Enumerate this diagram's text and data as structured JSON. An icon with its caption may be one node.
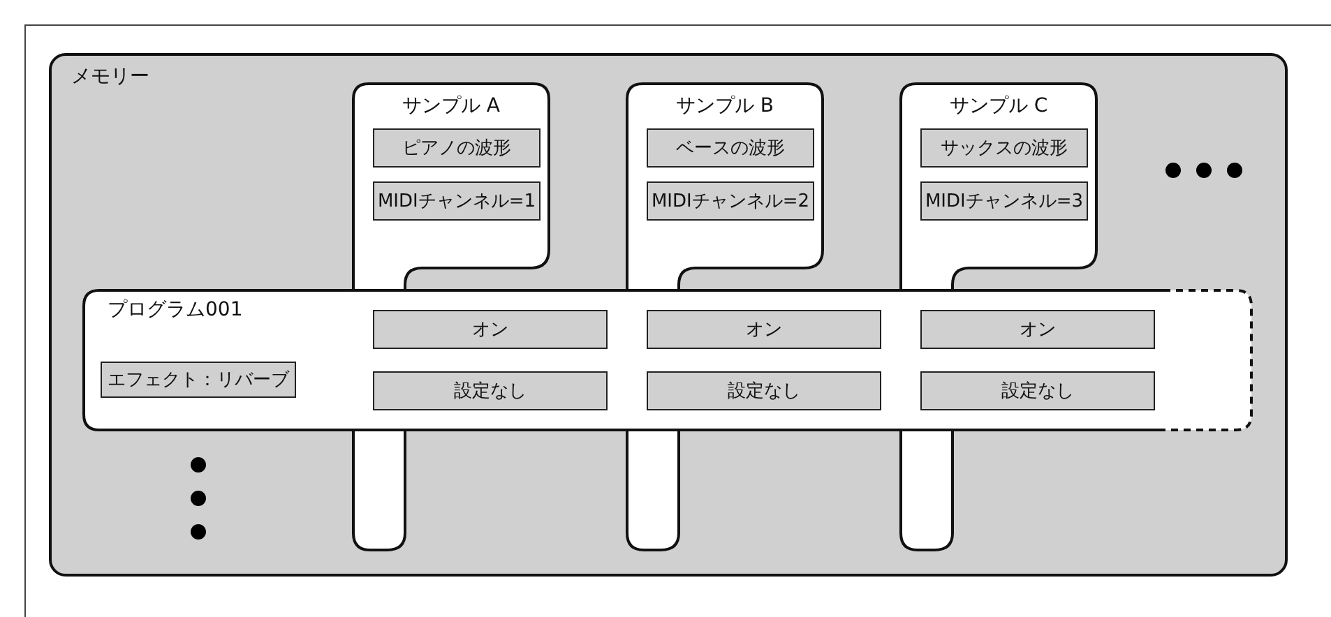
{
  "diagram": {
    "nodes": [
      {
        "text": [
          "メモリー"
        ]
      },
      {
        "text": [
          "サンプル A"
        ],
        "in": 0
      },
      {
        "text": [
          "ピアノの波形"
        ],
        "in": 1
      },
      {
        "text": [
          "MIDIチャンネル=1"
        ],
        "in": 1
      },
      {
        "text": [
          "サンプル B"
        ],
        "in": 0
      },
      {
        "text": [
          "ベースの波形"
        ],
        "in": 4
      },
      {
        "text": [
          "MIDIチャンネル=2"
        ],
        "in": 4
      },
      {
        "text": [
          "サンプル C"
        ],
        "in": 0
      },
      {
        "text": [
          "サックスの波形"
        ],
        "in": 7
      },
      {
        "text": [
          "MIDIチャンネル=3"
        ],
        "in": 7
      },
      {
        "text": [
          "プログラム001"
        ],
        "in": 0
      },
      {
        "text": [
          "エフェクト：リバーブ"
        ],
        "in": 10
      },
      {
        "text": [
          "オン"
        ],
        "in": 10
      },
      {
        "text": [
          "設定なし"
        ],
        "in": 10
      },
      {
        "text": [
          "オン"
        ],
        "in": 10
      },
      {
        "text": [
          "設定なし"
        ],
        "in": 10
      },
      {
        "text": [
          "オン"
        ],
        "in": 10
      },
      {
        "text": [
          "設定なし"
        ],
        "in": 10
      }
    ],
    "edges": []
  }
}
